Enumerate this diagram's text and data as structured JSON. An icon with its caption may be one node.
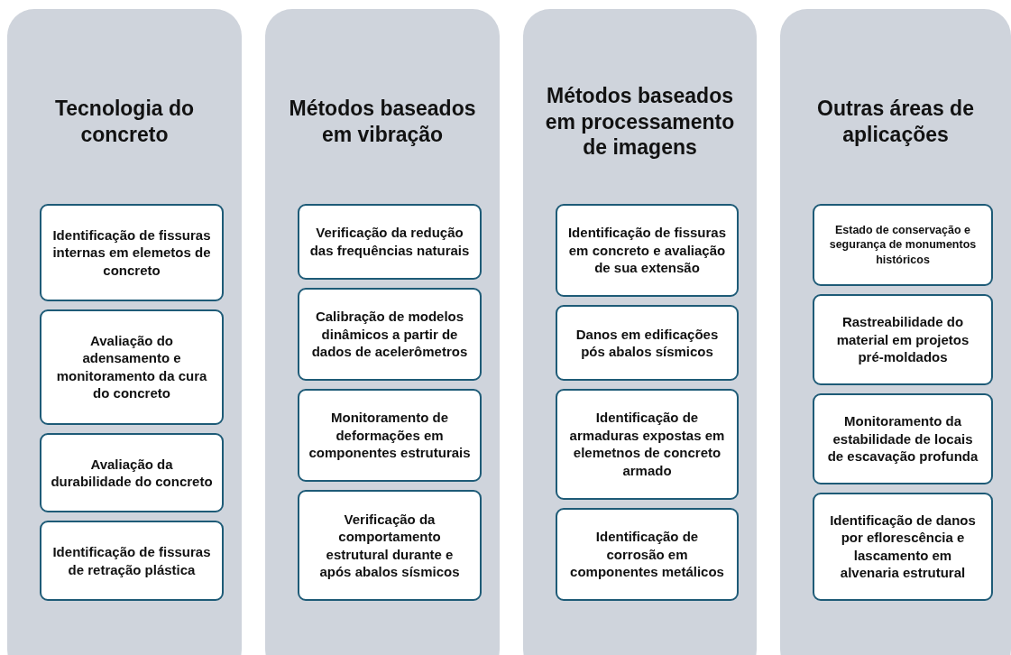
{
  "diagram": {
    "nodes": [
      {
        "text": [
          "Tecnologia do concreto"
        ]
      },
      {
        "text": [
          "Identificação de fissuras internas em elemetos de concreto"
        ],
        "in": 0
      },
      {
        "text": [
          "Avaliação do adensamento e monitoramento da cura do concreto"
        ],
        "in": 0
      },
      {
        "text": [
          "Avaliação da durabilidade do concreto"
        ],
        "in": 0
      },
      {
        "text": [
          "Identificação de fissuras de retração plástica"
        ],
        "in": 0
      },
      {
        "text": [
          "Métodos baseados em vibração"
        ]
      },
      {
        "text": [
          "Verificação da redução das frequências naturais"
        ],
        "in": 5
      },
      {
        "text": [
          "Calibração de modelos dinâmicos a partir de dados de acelerômetros"
        ],
        "in": 5
      },
      {
        "text": [
          "Monitoramento de deformações em componentes estruturais"
        ],
        "in": 5
      },
      {
        "text": [
          "Verificação da comportamento estrutural durante e após abalos sísmicos"
        ],
        "in": 5
      },
      {
        "text": [
          "Métodos baseados em processamento de imagens"
        ]
      },
      {
        "text": [
          "Identificação de fissuras em concreto e avaliação de sua extensão"
        ],
        "in": 10
      },
      {
        "text": [
          "Danos em edificações pós abalos sísmicos"
        ],
        "in": 10
      },
      {
        "text": [
          "Identificação de armaduras expostas em elemetnos de concreto armado"
        ],
        "in": 10
      },
      {
        "text": [
          "Identificação de corrosão em componentes metálicos"
        ],
        "in": 10
      },
      {
        "text": [
          "Outras áreas de aplicações"
        ]
      },
      {
        "text": [
          "Estado de conservação e segurança de monumentos históricos"
        ],
        "in": 15
      },
      {
        "text": [
          "Rastreabilidade do material em projetos pré-moldados"
        ],
        "in": 15
      },
      {
        "text": [
          "Monitoramento da estabilidade de locais de escavação profunda"
        ],
        "in": 15
      },
      {
        "text": [
          "Identificação de danos por eflorescência e lascamento em alvenaria estrutural"
        ],
        "in": 15
      }
    ]
  }
}
